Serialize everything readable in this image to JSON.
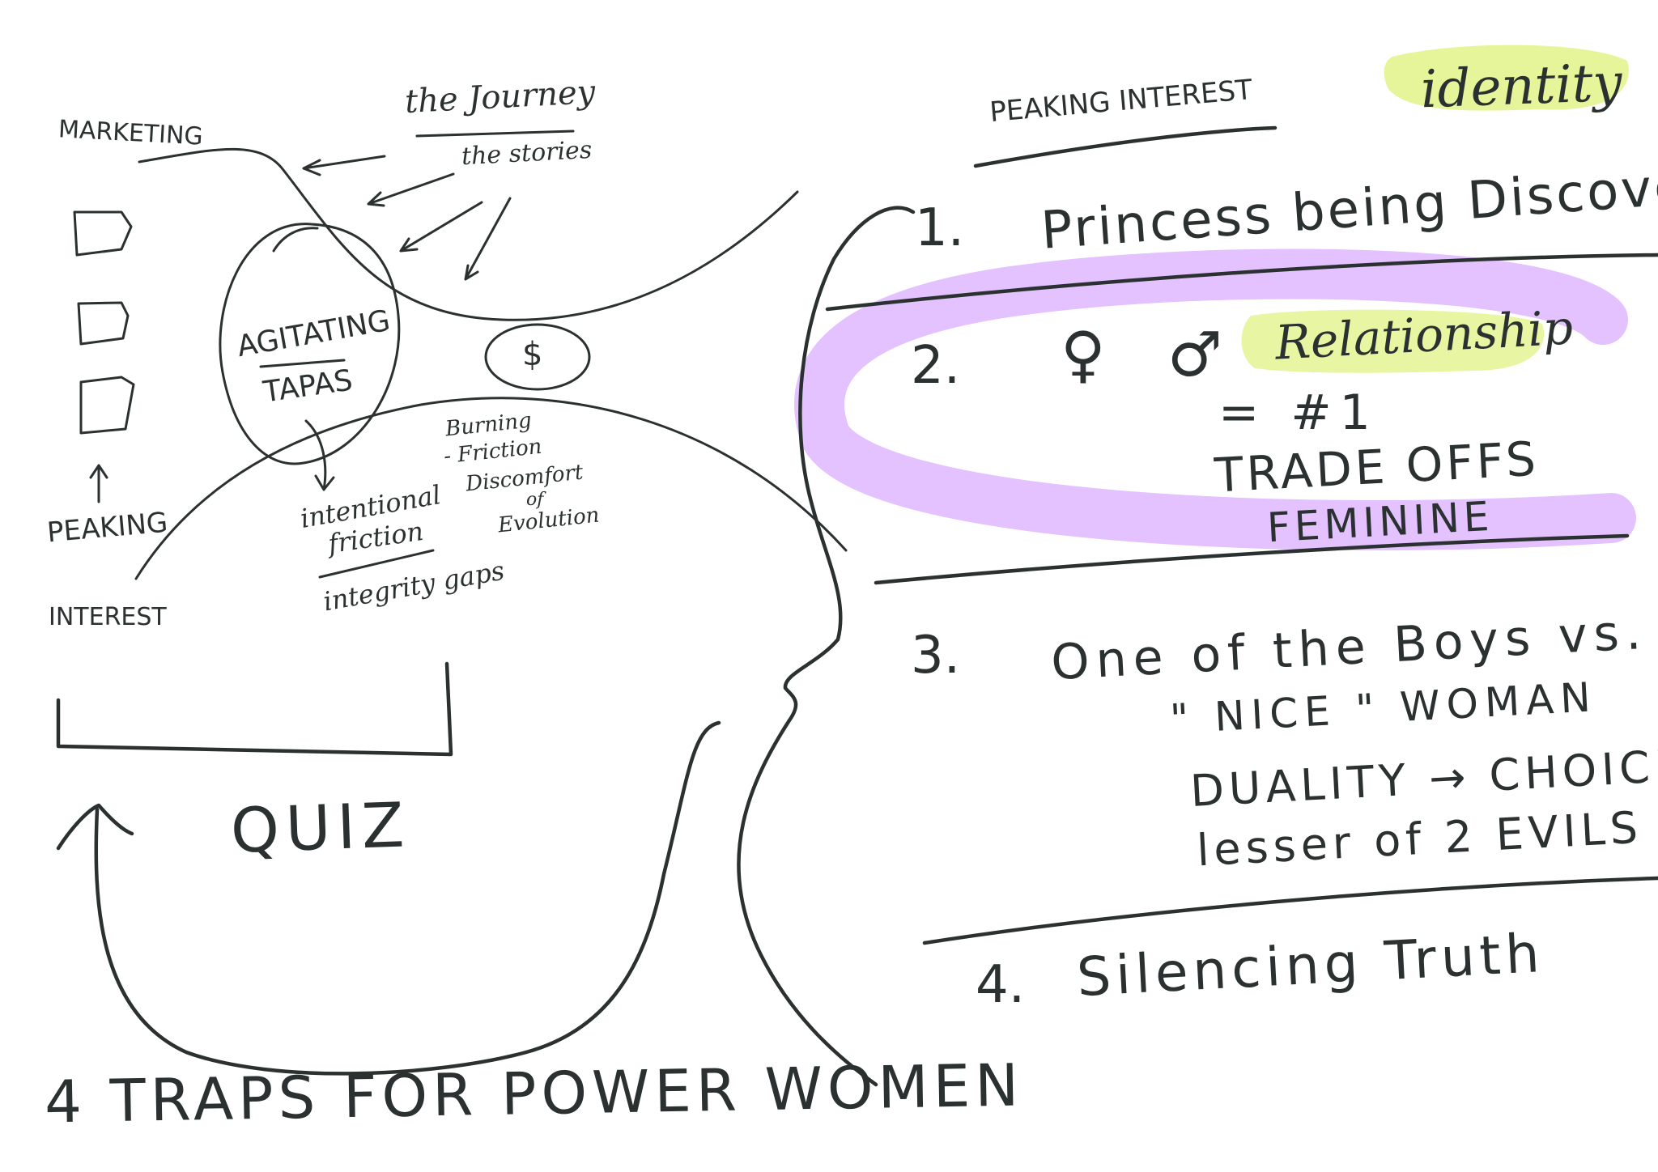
{
  "colors": {
    "ink": "#2b3130",
    "highlight_yellow": "#e6f59a",
    "highlight_purple": "#e3c2ff",
    "paper": "#ffffff"
  },
  "left": {
    "marketing": "MARKETING",
    "the_journey": "the Journey",
    "the_stories": "the stories",
    "agitating": "AGITATING",
    "tapas": "TAPAS",
    "dollar": "$",
    "burning": "Burning",
    "friction_item": "- Friction",
    "discomfort": "Discomfort",
    "of_small": "of",
    "evolution": "Evolution",
    "intentional": "intentional",
    "friction": "friction",
    "integrity_gaps": "integrity gaps",
    "peaking": "PEAKING",
    "interest": "INTEREST",
    "quiz": "QUIZ",
    "title": "4  TRAPS FOR POWER WOMEN"
  },
  "right": {
    "peaking_interest": "PEAKING  INTEREST",
    "identity": "identity",
    "item1_num": "1.",
    "item1_text": "Princess being Discovered",
    "item2_num": "2.",
    "gender_symbols": "♀ ♂",
    "relationship": "Relationship",
    "eq_one": "= #1",
    "trade_offs": "TRADE OFFS",
    "feminine": "FEMININE",
    "item3_num": "3.",
    "item3_line1": "One of the Boys vs.",
    "item3_line2": "\" NICE \" WOMAN",
    "item3_line3": "DUALITY → CHOICE",
    "item3_line4": "lesser of 2 EVILS",
    "item4_num": "4.",
    "item4_text": "Silencing Truth"
  }
}
